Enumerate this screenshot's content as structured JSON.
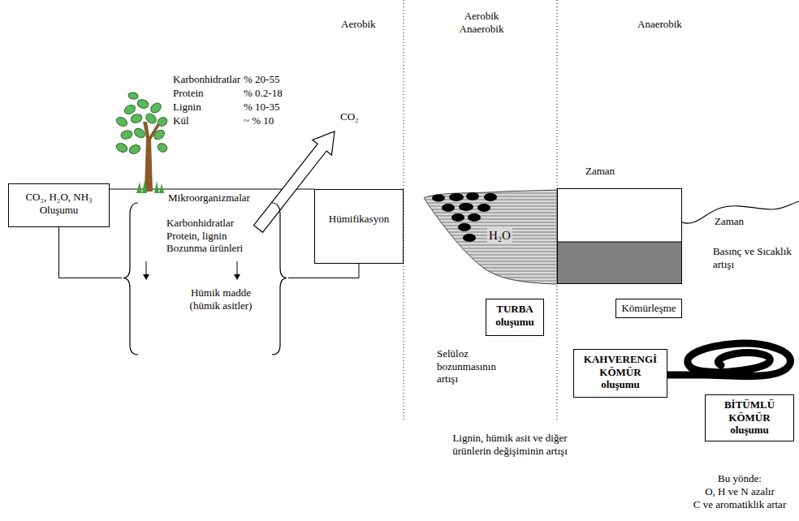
{
  "diagram": {
    "nodes": [
      {
        "text": [
          "CO₂, H₂O, NH₃",
          "Oluşumu"
        ]
      },
      {
        "text": [
          "Karbonhidratlar Protein, lignin Bozunma ürünleri",
          "Hümik madde (hümik asitler)"
        ]
      },
      {
        "text": [
          "Hümifikasyon"
        ]
      },
      {
        "text": [
          "H₂O"
        ]
      },
      {
        "text": [
          "Zaman"
        ]
      },
      {
        "text": [
          "TURBA",
          "oluşumu"
        ]
      },
      {
        "text": [
          "Kömürleşme"
        ]
      },
      {
        "text": [
          "KAHVERENGİ KÖMÜR",
          "oluşumu"
        ]
      },
      {
        "text": [
          "BİTÜMLÜ KÖMÜR",
          "oluşumu"
        ]
      }
    ],
    "edges": [
      {
        "from": 1,
        "to": 0,
        "arrow": "to"
      },
      {
        "from": 1,
        "to": 2,
        "arrow": "to"
      }
    ],
    "labels": [
      "Aerobik",
      "Aerobik Anaerobik",
      "Anaerobik",
      "Karbonhidratlar",
      "% 20-55",
      "Protein",
      "% 0.2-18",
      "Lignin",
      "% 10-35",
      "Kül",
      "~ % 10",
      "CO₂",
      "Mikroorganizmalar",
      "Zaman",
      "Basınç ve Sıcaklık artışı",
      "Selüloz bozunmasının artışı",
      "Lignin, hümik asit ve diğer ürünlerin değişiminin artışı",
      "Bu yönde:",
      "O, H ve N azalır",
      "C ve aromatiklik artar"
    ]
  }
}
